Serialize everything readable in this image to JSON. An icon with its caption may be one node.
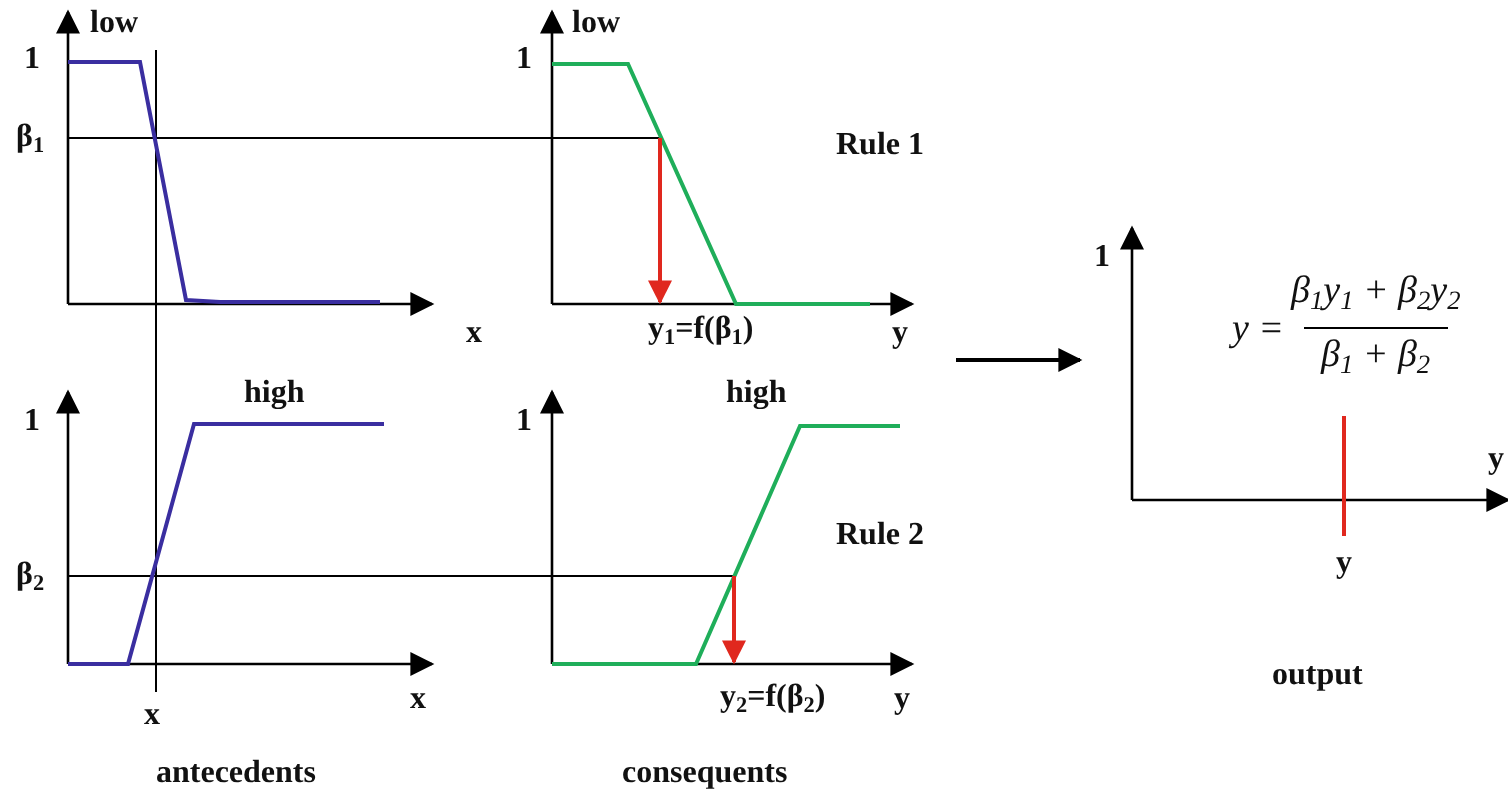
{
  "diagram": {
    "labels": [
      "low",
      "1",
      "low",
      "1",
      "β$_{1}$",
      "Rule 1",
      "1",
      "x",
      "y$_{1}$=f(β$_{1}$)",
      "y",
      "y =",
      "β$_{1}$y$_{1}$ + β$_{2}$y$_{2}$",
      "β$_{1}$ + β$_{2}$",
      "high",
      "high",
      "1",
      "1",
      "y",
      "Rule 2",
      "β$_{2}$",
      "y",
      "x",
      "y$_{2}$=f(β$_{2}$)",
      "y",
      "x",
      "output",
      "antecedents",
      "consequents"
    ]
  }
}
